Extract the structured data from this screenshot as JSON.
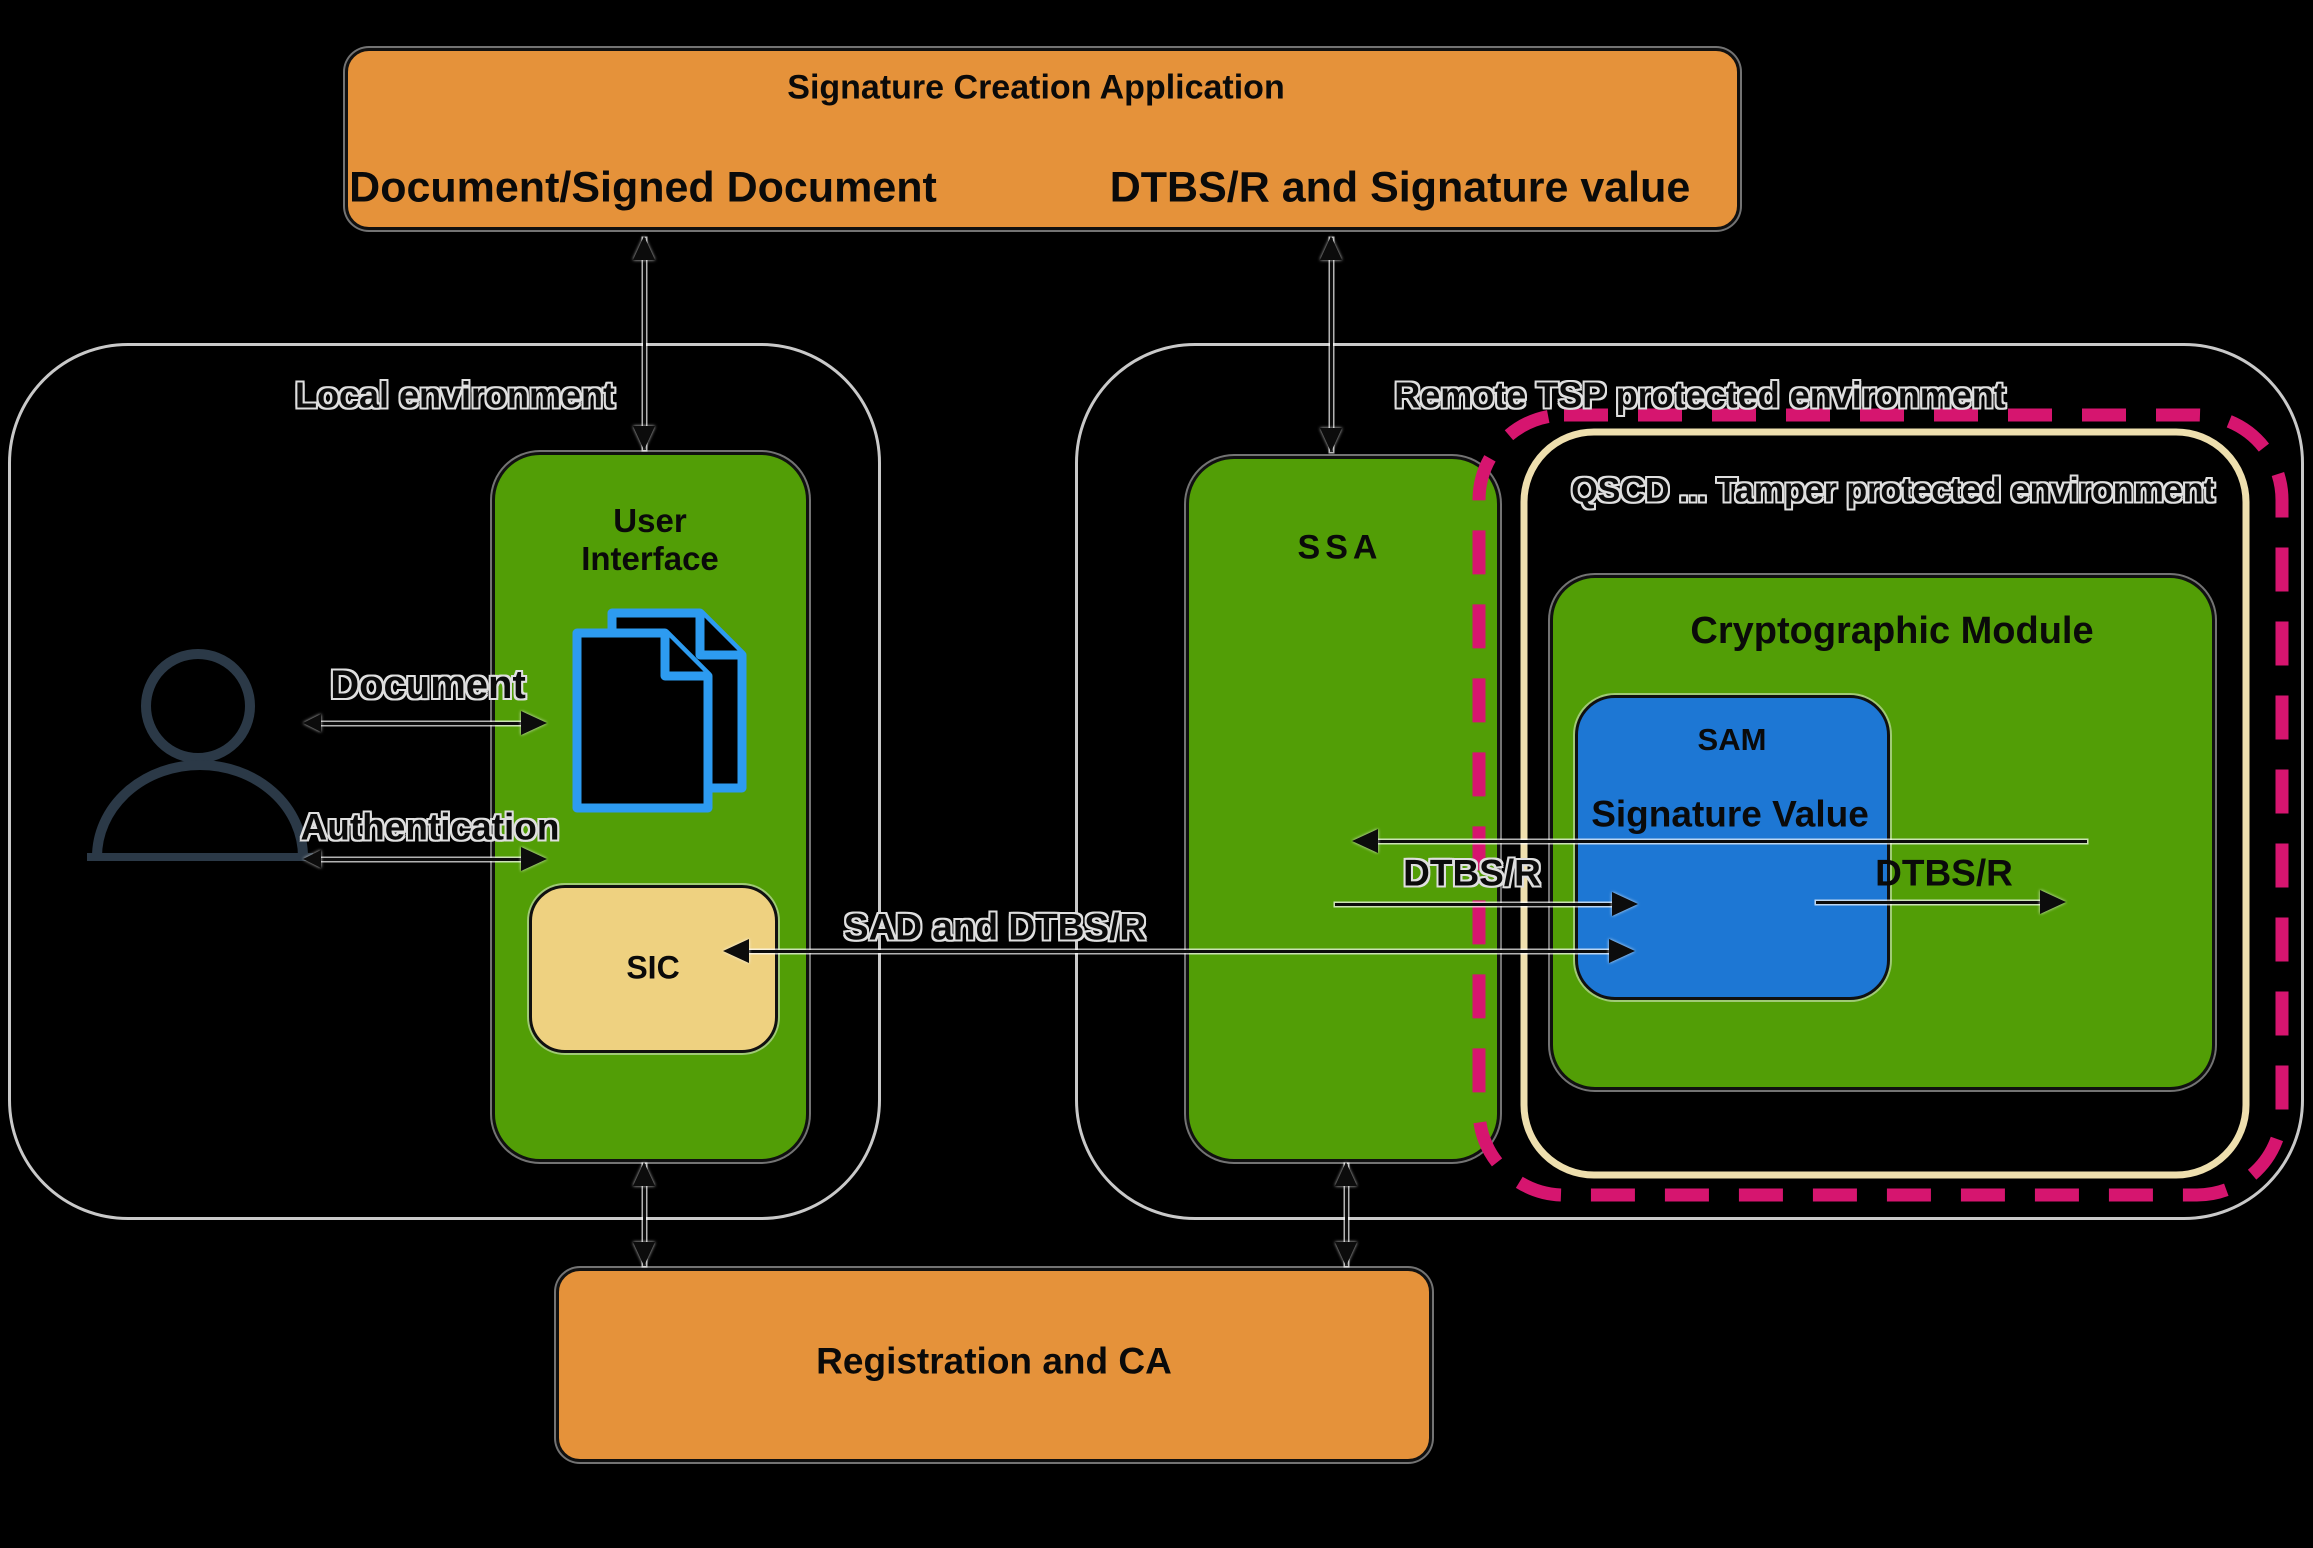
{
  "sca": {
    "title": "Signature Creation Application",
    "doc_label": "Document/Signed Document",
    "dtbsr_label": "DTBS/R and Signature value"
  },
  "local_env": {
    "label": "Local environment",
    "ui_line1": "User",
    "ui_line2": "Interface",
    "sic_label": "SIC"
  },
  "actor": {
    "document_label": "Document",
    "authentication_label": "Authentication"
  },
  "flows": {
    "sad_label": "SAD and DTBS/R",
    "signature_value_label": "Signature Value",
    "dtbsr_left_label": "DTBS/R",
    "dtbsr_right_label": "DTBS/R"
  },
  "remote_env": {
    "label": "Remote TSP protected environment",
    "ssa_label": "SSA",
    "qscd_label": "QSCD ... Tamper protected environment",
    "cm_label": "Cryptographic Module",
    "sam_label": "SAM"
  },
  "registration": {
    "label": "Registration and CA"
  },
  "icons": {
    "user": "user-icon",
    "documents": "document-pages-icon"
  },
  "colors": {
    "orange": "#e5923a",
    "green": "#529e06",
    "yellow": "#eed180",
    "blue": "#1d77d4",
    "magenta": "#d6156f",
    "tan": "#eedfae",
    "env_border": "#c9c9c9",
    "line": "#0c0c0c",
    "icon_blue": "#2d9bf0",
    "person": "#2b3947"
  }
}
